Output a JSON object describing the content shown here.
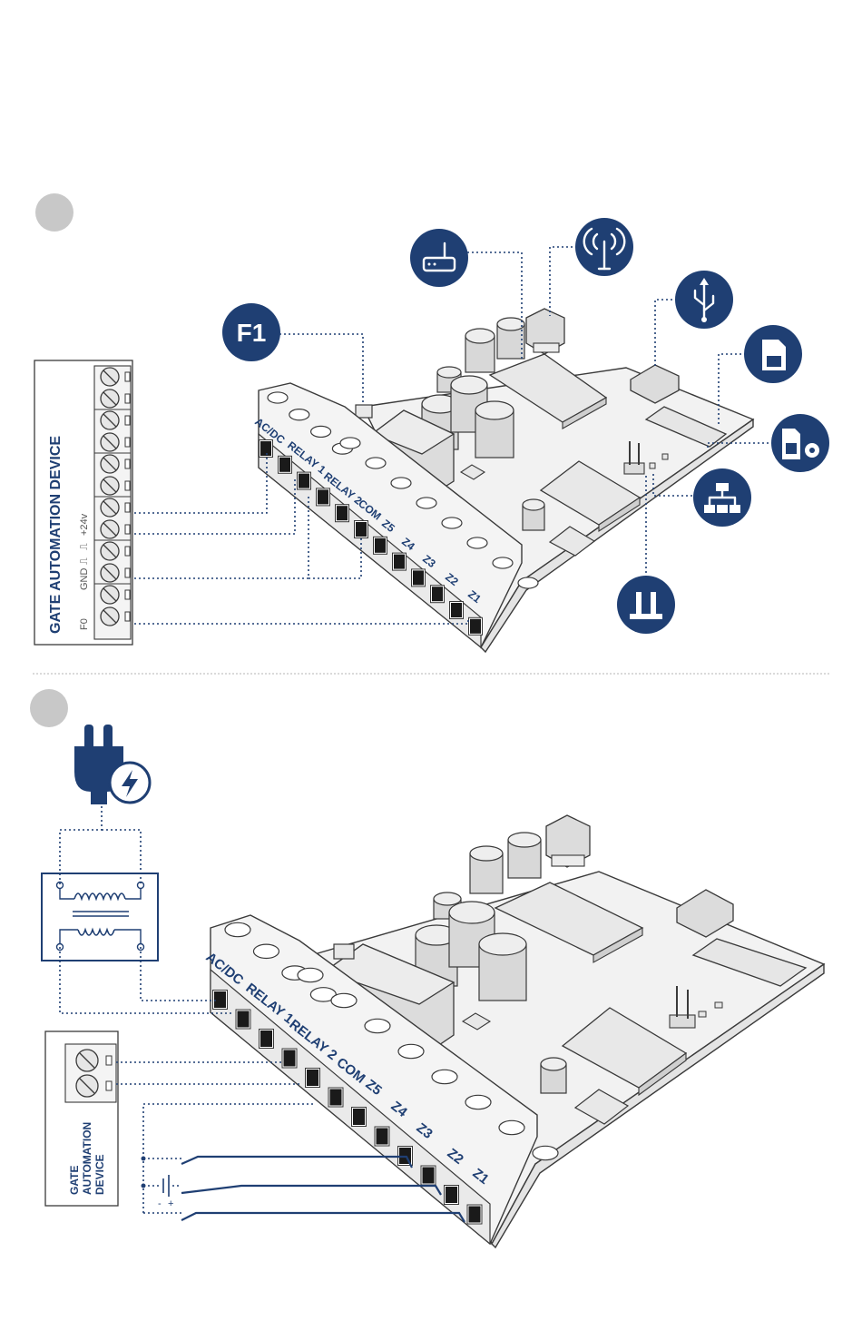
{
  "panel1": {
    "device_box_title": "GATE AUTOMATION DEVICE",
    "pins": [
      "F0",
      "GND",
      "⎍",
      "⎍",
      "+24v"
    ],
    "fuse_label": "F1",
    "terminal_labels": [
      "AC/DC",
      "RELAY 1",
      "RELAY 2",
      "COM",
      "Z5",
      "Z4",
      "Z3",
      "Z2",
      "Z1"
    ],
    "icons": [
      "router-icon",
      "antenna-icon",
      "usb-icon",
      "sim-card-icon",
      "sim-settings-icon",
      "network-icon",
      "jumper-icon",
      "fuse-icon"
    ]
  },
  "panel2": {
    "device_box_title_lines": [
      "GATE",
      "AUTOMATION",
      "DEVICE"
    ],
    "terminal_labels": [
      "AC/DC",
      "RELAY 1",
      "RELAY 2",
      "COM",
      "Z5",
      "Z4",
      "Z3",
      "Z2",
      "Z1"
    ],
    "battery_minus": "-",
    "battery_plus": "+",
    "icons": [
      "power-plug-icon",
      "transformer-icon",
      "battery-icon",
      "switch-icon"
    ]
  },
  "colors": {
    "accent": "#1f3f73",
    "step_marker": "#c8c8c8",
    "outline": "#3a3a3a"
  }
}
